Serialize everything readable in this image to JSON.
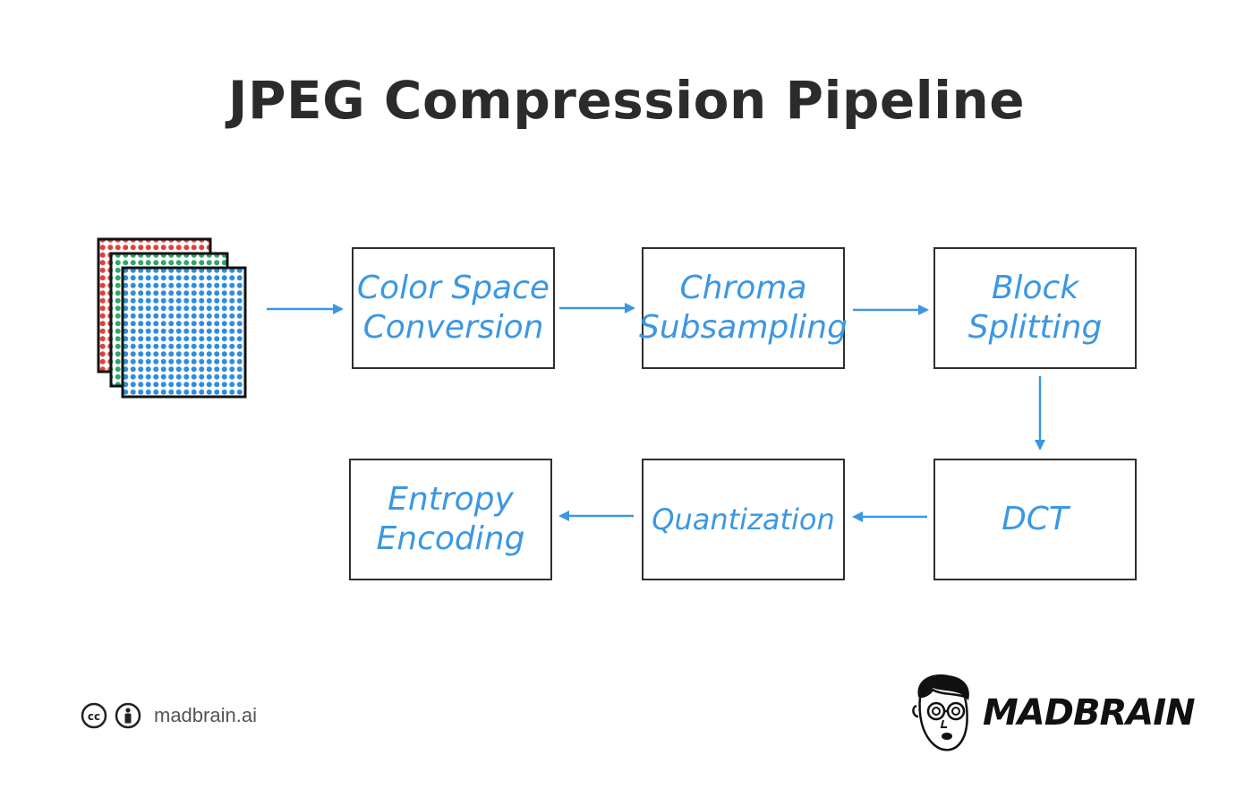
{
  "title": "JPEG Compression Pipeline",
  "steps": [
    {
      "id": "color-space-conversion",
      "lines": [
        "Color Space",
        "Conversion"
      ]
    },
    {
      "id": "chroma-subsampling",
      "lines": [
        "Chroma",
        "Subsampling"
      ]
    },
    {
      "id": "block-splitting",
      "lines": [
        "Block",
        "Splitting"
      ]
    },
    {
      "id": "dct",
      "lines": [
        "DCT"
      ]
    },
    {
      "id": "quantization",
      "lines": [
        "Quantization"
      ]
    },
    {
      "id": "entropy-encoding",
      "lines": [
        "Entropy",
        "Encoding"
      ]
    }
  ],
  "image_layers": [
    {
      "name": "red",
      "color": "#e0413c"
    },
    {
      "name": "green",
      "color": "#2ea86a"
    },
    {
      "name": "blue",
      "color": "#2f8de0"
    }
  ],
  "colors": {
    "text": "#3b97e3",
    "arrow": "#3b97e3",
    "border": "#2e2e2e",
    "title": "#2b2b2b"
  },
  "footer": {
    "site": "madbrain.ai",
    "license_icons": [
      "cc-icon",
      "attribution-icon"
    ],
    "brand": "MADBRAIN"
  }
}
